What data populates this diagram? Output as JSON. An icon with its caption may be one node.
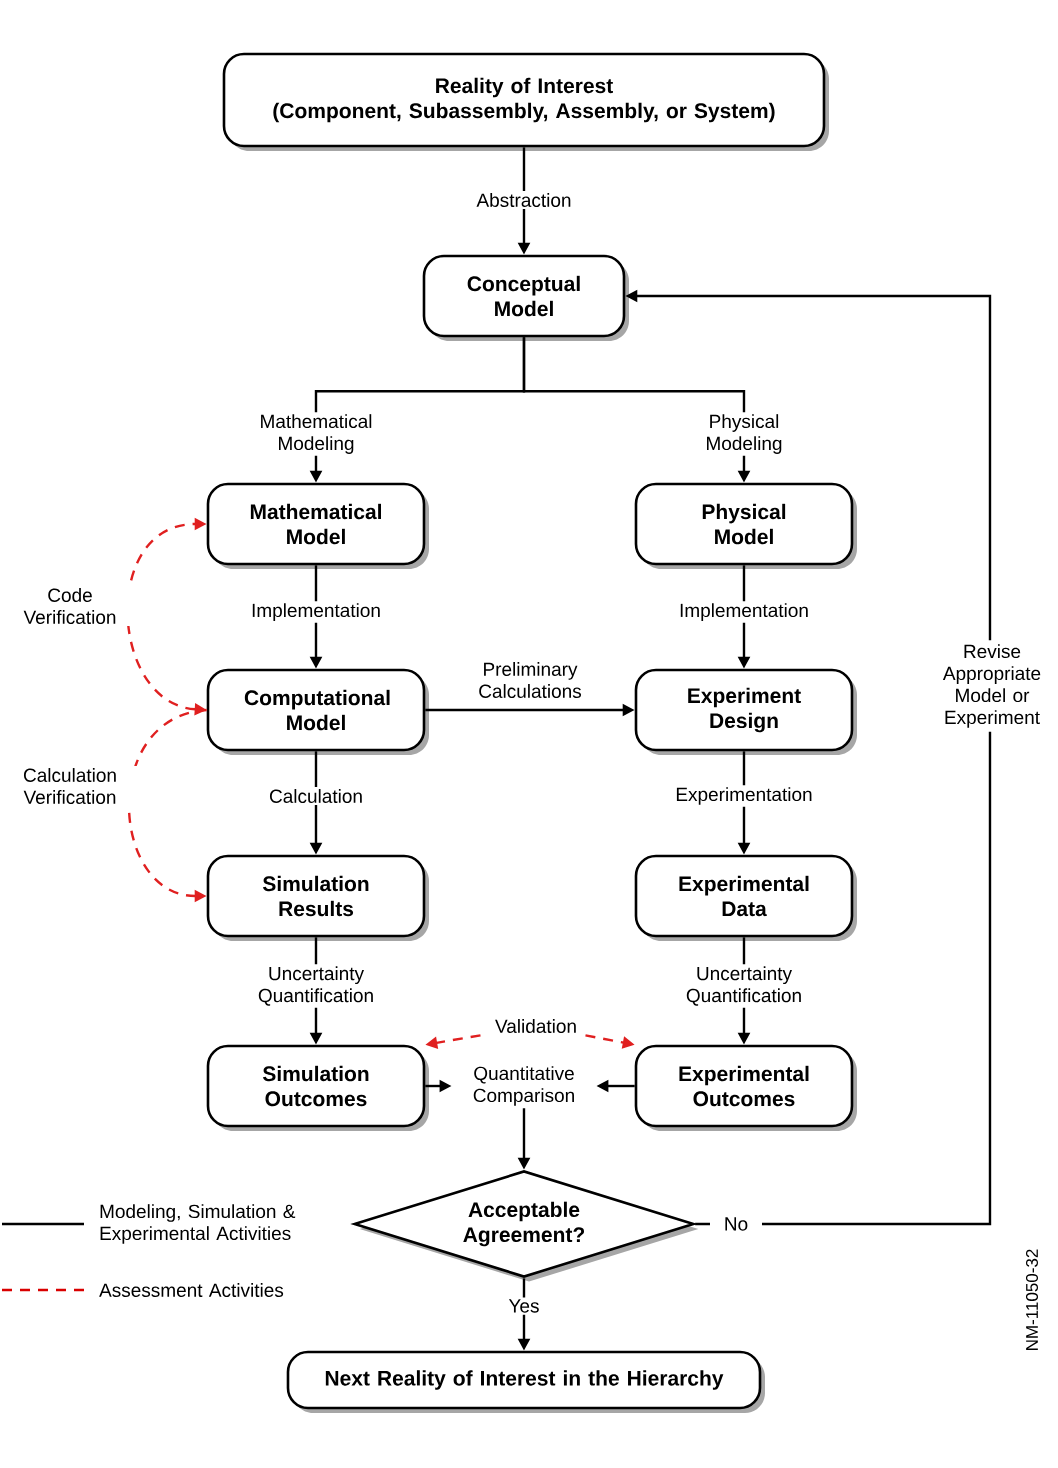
{
  "diagram": {
    "nodes": [
      {
        "text": [
          "Reality of Interest",
          "(Component, Subassembly, Assembly, or System)"
        ]
      },
      {
        "text": [
          "Conceptual Model"
        ]
      },
      {
        "text": [
          "Mathematical Model"
        ]
      },
      {
        "text": [
          "Physical Model"
        ]
      },
      {
        "text": [
          "Computational Model"
        ]
      },
      {
        "text": [
          "Experiment Design"
        ]
      },
      {
        "text": [
          "Simulation Results"
        ]
      },
      {
        "text": [
          "Experimental Data"
        ]
      },
      {
        "text": [
          "Simulation Outcomes"
        ]
      },
      {
        "text": [
          "Experimental Outcomes"
        ]
      },
      {
        "text": [
          "Quantitative Comparison"
        ]
      },
      {
        "text": [
          "Acceptable Agreement?"
        ]
      },
      {
        "text": [
          "Next Reality of Interest in the Hierarchy"
        ]
      },
      {
        "text": [
          "Validation"
        ]
      }
    ],
    "edges": [
      {
        "from": 0,
        "to": 1,
        "arrow": "to",
        "label": "Abstraction"
      },
      {
        "from": 1,
        "to": 2,
        "arrow": "to",
        "label": "Mathematical Modeling"
      },
      {
        "from": 1,
        "to": 3,
        "arrow": "to",
        "label": "Physical Modeling"
      },
      {
        "from": 2,
        "to": 4,
        "arrow": "to",
        "label": "Implementation"
      },
      {
        "from": 3,
        "to": 5,
        "arrow": "to",
        "label": "Implementation"
      },
      {
        "from": 4,
        "to": 5,
        "arrow": "to",
        "label": "Preliminary Calculations"
      },
      {
        "from": 4,
        "to": 6,
        "arrow": "to",
        "label": "Calculation"
      },
      {
        "from": 5,
        "to": 7,
        "arrow": "to",
        "label": "Experimentation"
      },
      {
        "from": 6,
        "to": 8,
        "arrow": "to",
        "label": "Uncertainty Quantification"
      },
      {
        "from": 7,
        "to": 9,
        "arrow": "to",
        "label": "Uncertainty Quantification"
      },
      {
        "from": 8,
        "to": 10,
        "arrow": "to"
      },
      {
        "from": 9,
        "to": 10,
        "arrow": "to"
      },
      {
        "from": 10,
        "to": 11,
        "arrow": "to"
      },
      {
        "from": 11,
        "to": 12,
        "arrow": "to",
        "label": "Yes"
      },
      {
        "from": 11,
        "to": 1,
        "arrow": "to",
        "label": "No"
      },
      {
        "from": 4,
        "to": 2,
        "arrow": "both",
        "label": "Code Verification",
        "style": "dashed",
        "color": "#e02020"
      },
      {
        "from": 4,
        "to": 6,
        "arrow": "to",
        "label": "Calculation Verification",
        "style": "dashed",
        "color": "#e02020"
      },
      {
        "from": 13,
        "to": 8,
        "arrow": "to",
        "style": "dashed",
        "color": "#e02020"
      },
      {
        "from": 13,
        "to": 9,
        "arrow": "to",
        "style": "dashed",
        "color": "#e02020"
      }
    ],
    "labels": [
      "Revise Appropriate Model or Experiment",
      "NM-11050-32"
    ],
    "legend": [
      {
        "text": "Modeling, Simulation & Experimental Activities"
      },
      {
        "text": "Assessment Activities"
      }
    ]
  }
}
